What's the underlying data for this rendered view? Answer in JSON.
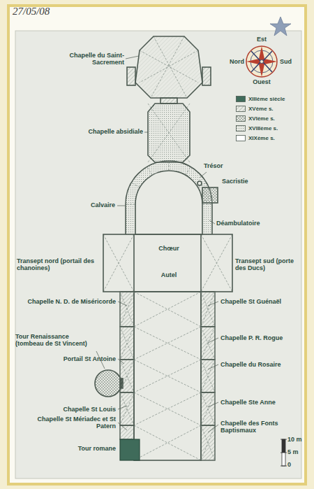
{
  "diagram": {
    "labels": [
      "27/05/08",
      "Chapelle du Saint-Sacrement",
      "Chapelle absidiale",
      "Trésor",
      "Sacristie",
      "Calvaire",
      "Déambulatoire",
      "Chœur",
      "Transept nord (portail des chanoines)",
      "Transept sud (porte des Ducs)",
      "Autel",
      "Chapelle N. D. de Miséricorde",
      "Chapelle St Guénaël",
      "Tour Renaissance (tombeau de St Vincent)",
      "Chapelle P. R. Rogue",
      "Portail St Antoine",
      "Chapelle du Rosaire",
      "Chapelle St Louis",
      "Chapelle Ste Anne",
      "Chapelle des Fonts Baptismaux",
      "Chapelle St Mériadec et St Patern",
      "Tour romane",
      "Est",
      "Nord",
      "Sud",
      "Ouest",
      "10 m",
      "5 m",
      "0"
    ],
    "legend": [
      {
        "text": "XIIIème siècle",
        "color": "#3f6b5a"
      },
      {
        "text": "XVème s."
      },
      {
        "text": "XVIème s."
      },
      {
        "text": "XVIIIème s."
      },
      {
        "text": "XIXème s."
      }
    ]
  }
}
